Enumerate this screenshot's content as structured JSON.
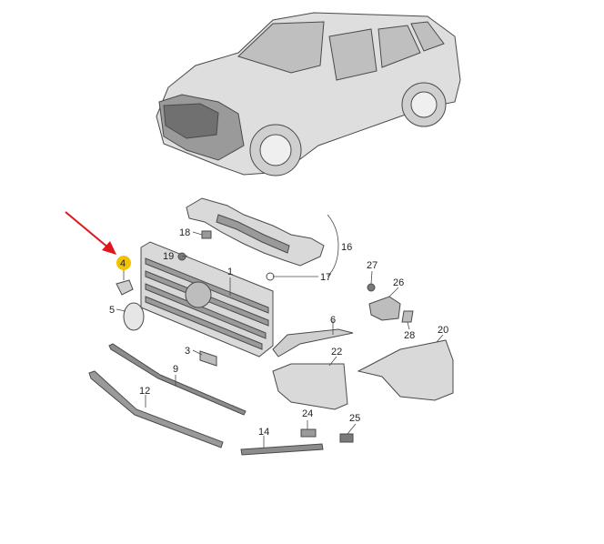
{
  "colors": {
    "line": "#4a4a4a",
    "part_fill": "#d9d9d9",
    "part_dark": "#8c8c8c",
    "arrow": "#e0161e",
    "highlight": "#f2c200"
  },
  "vehicle": {
    "icon": "suv-icon"
  },
  "callouts": [
    {
      "id": "1",
      "label": "1"
    },
    {
      "id": "3",
      "label": "3"
    },
    {
      "id": "4",
      "label": "4",
      "highlighted": true
    },
    {
      "id": "5",
      "label": "5"
    },
    {
      "id": "6",
      "label": "6"
    },
    {
      "id": "9",
      "label": "9"
    },
    {
      "id": "12",
      "label": "12"
    },
    {
      "id": "14",
      "label": "14"
    },
    {
      "id": "16",
      "label": "16"
    },
    {
      "id": "17",
      "label": "17"
    },
    {
      "id": "18",
      "label": "18"
    },
    {
      "id": "19",
      "label": "19"
    },
    {
      "id": "20",
      "label": "20"
    },
    {
      "id": "22",
      "label": "22"
    },
    {
      "id": "24",
      "label": "24"
    },
    {
      "id": "25",
      "label": "25"
    },
    {
      "id": "26",
      "label": "26"
    },
    {
      "id": "27",
      "label": "27"
    },
    {
      "id": "28",
      "label": "28"
    }
  ]
}
